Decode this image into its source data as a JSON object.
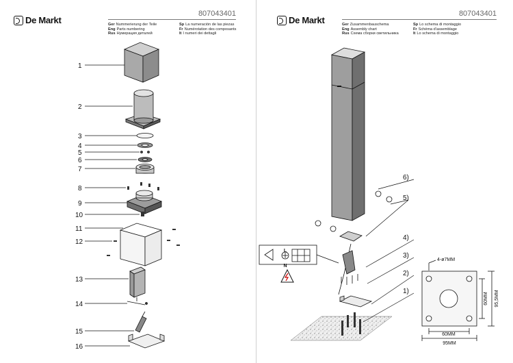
{
  "brand": "De Markt",
  "product_code": "807043401",
  "pages": {
    "left": {
      "headers": {
        "ger": {
          "lang": "Ger",
          "text": "Nummerierung der Teile"
        },
        "sp": {
          "lang": "Sp",
          "text": "La numeración de las piezas"
        },
        "eng": {
          "lang": "Eng",
          "text": "Parts numbering"
        },
        "fr": {
          "lang": "Fr",
          "text": "Numérotation des composants"
        },
        "rus": {
          "lang": "Rus",
          "text": "Нумерация деталей"
        },
        "it": {
          "lang": "It",
          "text": "I numeri dei dettagli"
        }
      },
      "part_numbers": [
        "1",
        "2",
        "3",
        "4",
        "5",
        "6",
        "7",
        "8",
        "9",
        "10",
        "11",
        "12",
        "13",
        "14",
        "15",
        "16"
      ]
    },
    "right": {
      "headers": {
        "ger": {
          "lang": "Ger",
          "text": "Zusammenbauschema"
        },
        "sp": {
          "lang": "Sp",
          "text": "Lo schema di montaggio"
        },
        "eng": {
          "lang": "Eng",
          "text": "Assembly chart"
        },
        "fr": {
          "lang": "Fr",
          "text": "Schéma d'assemblage"
        },
        "rus": {
          "lang": "Rus",
          "text": "Схема сборки светильника"
        },
        "it": {
          "lang": "It",
          "text": "Lo schema di montaggio"
        }
      },
      "steps": [
        "6)",
        "5)",
        "4)",
        "3)",
        "2)",
        "1)"
      ],
      "wiring": {
        "live": "L",
        "neutral": "N"
      },
      "dimensions": {
        "holes": "4-ø7MM",
        "inner_vertical": "60MM",
        "outer_vertical": "95,5MM",
        "inner_horizontal": "60MM",
        "outer_horizontal": "95MM"
      }
    }
  }
}
